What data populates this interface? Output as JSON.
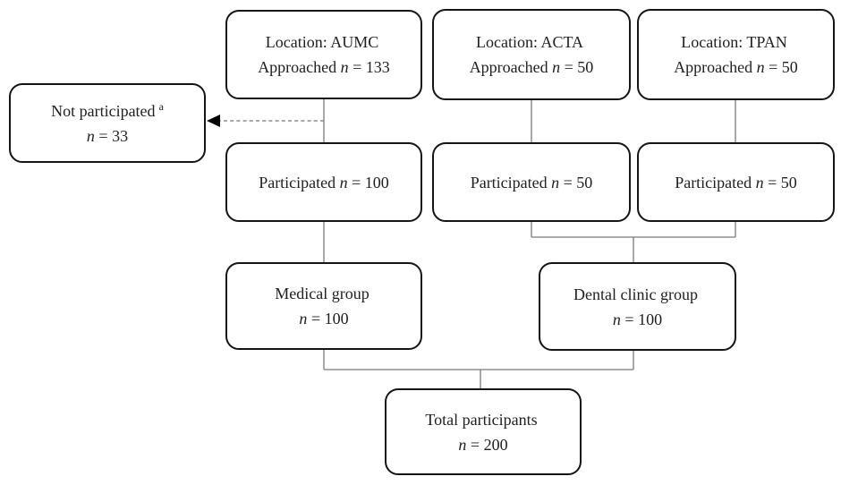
{
  "figure": {
    "description": "Participant recruitment flow diagram"
  },
  "colors": {
    "box_border": "#151515",
    "connector": "#7a7a7a",
    "dashed_line": "#8c8c8c",
    "arrowhead": "#000000",
    "text": "#1f1f1f",
    "background": "#ffffff"
  },
  "boxes": {
    "location_aumc": {
      "line1": "Location: AUMC",
      "sup": "",
      "line2_pre": "Approached ",
      "n": "n",
      "line2_post": " = 133"
    },
    "location_acta": {
      "line1": "Location: ACTA",
      "sup": "",
      "line2_pre": "Approached ",
      "n": "n",
      "line2_post": " = 50"
    },
    "location_tpan": {
      "line1": "Location: TPAN",
      "sup": "",
      "line2_pre": "Approached ",
      "n": "n",
      "line2_post": " = 50"
    },
    "not_participated": {
      "line1": "Not participated",
      "sup": "a",
      "line2_pre": "",
      "n": "n",
      "line2_post": " = 33"
    },
    "participated_aumc": {
      "line1": "",
      "sup": "",
      "line2_pre": "Participated ",
      "n": "n",
      "line2_post": " = 100"
    },
    "participated_acta": {
      "line1": "",
      "sup": "",
      "line2_pre": "Participated ",
      "n": "n",
      "line2_post": " = 50"
    },
    "participated_tpan": {
      "line1": "",
      "sup": "",
      "line2_pre": "Participated ",
      "n": "n",
      "line2_post": " = 50"
    },
    "medical_group": {
      "line1": "Medical group",
      "sup": "",
      "line2_pre": "",
      "n": "n",
      "line2_post": " = 100"
    },
    "dental_group": {
      "line1": "Dental clinic group",
      "sup": "",
      "line2_pre": "",
      "n": "n",
      "line2_post": " = 100"
    },
    "total": {
      "line1": "Total participants",
      "sup": "",
      "line2_pre": "",
      "n": "n",
      "line2_post": " = 200"
    }
  }
}
